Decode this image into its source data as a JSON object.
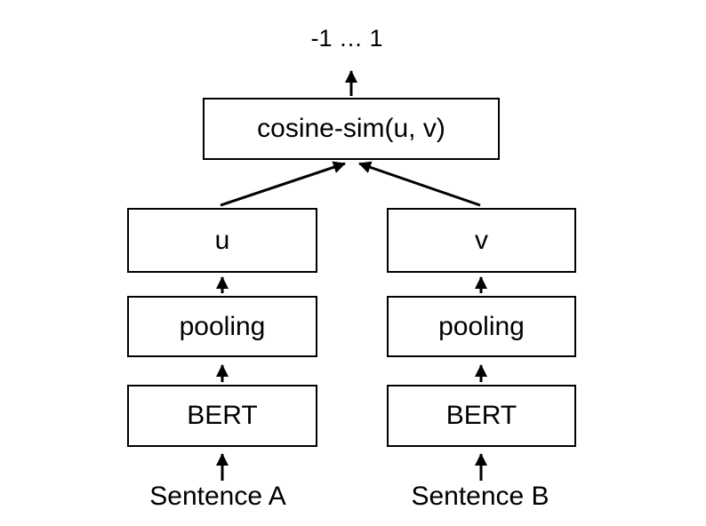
{
  "diagram": {
    "output_range_label": "-1 … 1",
    "similarity_box_label": "cosine-sim(u, v)",
    "left_branch": {
      "embedding_label": "u",
      "pooling_label": "pooling",
      "encoder_label": "BERT",
      "input_label": "Sentence A"
    },
    "right_branch": {
      "embedding_label": "v",
      "pooling_label": "pooling",
      "encoder_label": "BERT",
      "input_label": "Sentence B"
    },
    "colors": {
      "stroke": "#000000",
      "background": "#ffffff",
      "text": "#000000"
    }
  }
}
